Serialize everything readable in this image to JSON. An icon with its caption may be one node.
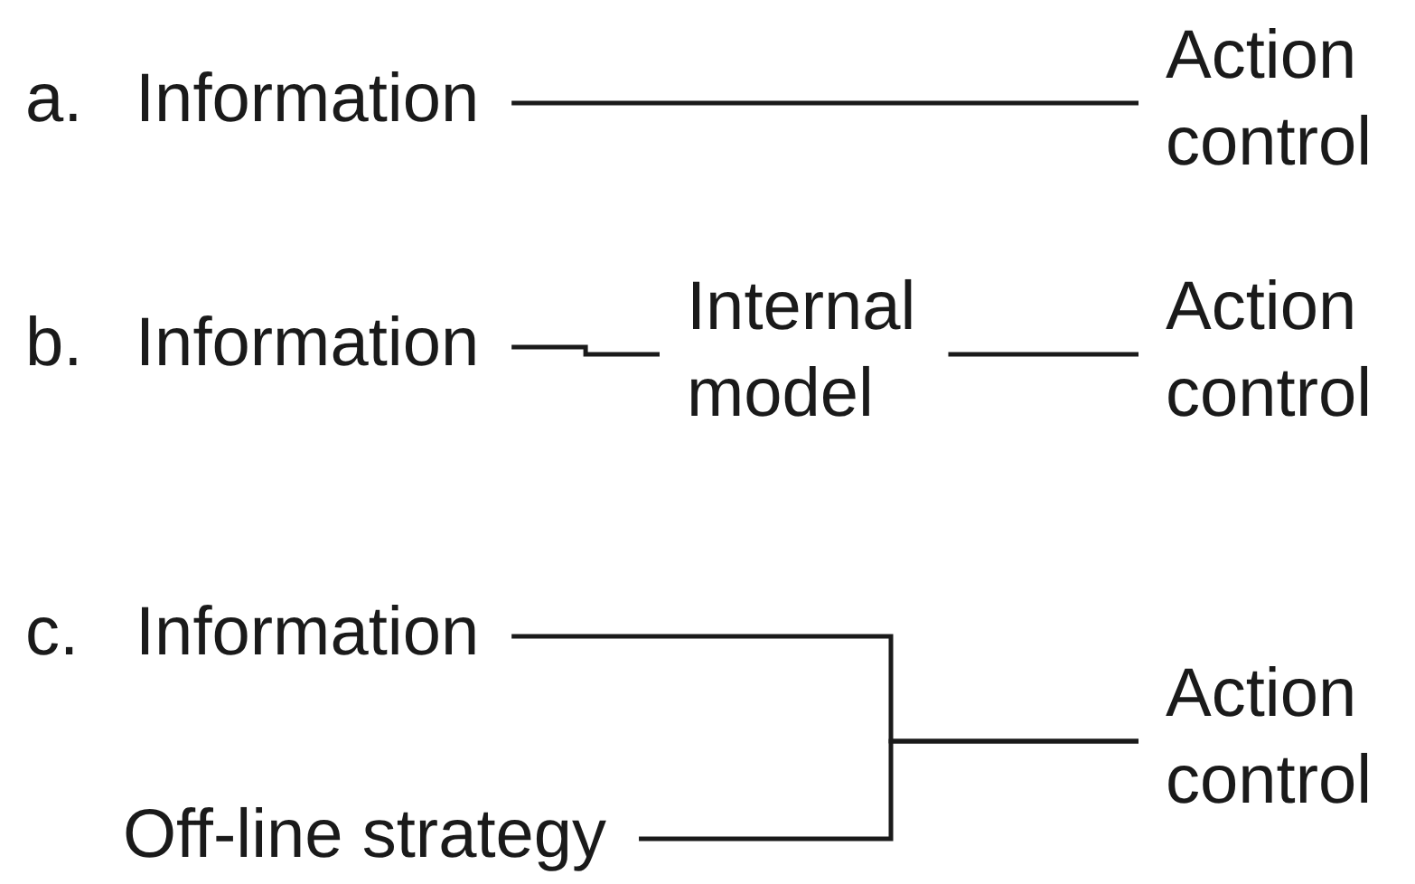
{
  "diagram": {
    "nodes": [
      {
        "text": [
          "Information"
        ]
      },
      {
        "text": [
          "Action control"
        ]
      },
      {
        "text": [
          "Information"
        ]
      },
      {
        "text": [
          "Internal model"
        ]
      },
      {
        "text": [
          "Action control"
        ]
      },
      {
        "text": [
          "Information"
        ]
      },
      {
        "text": [
          "Off-line strategy"
        ]
      },
      {
        "text": [
          "Action control"
        ]
      }
    ],
    "edges": [
      {
        "from": 0,
        "to": 1,
        "arrow": "none"
      },
      {
        "from": 2,
        "to": 3,
        "arrow": "none"
      },
      {
        "from": 3,
        "to": 4,
        "arrow": "none"
      },
      {
        "from": 5,
        "to": 7,
        "arrow": "none"
      },
      {
        "from": 6,
        "to": 7,
        "arrow": "none"
      }
    ],
    "labels": [
      "a.",
      "b.",
      "c."
    ]
  }
}
